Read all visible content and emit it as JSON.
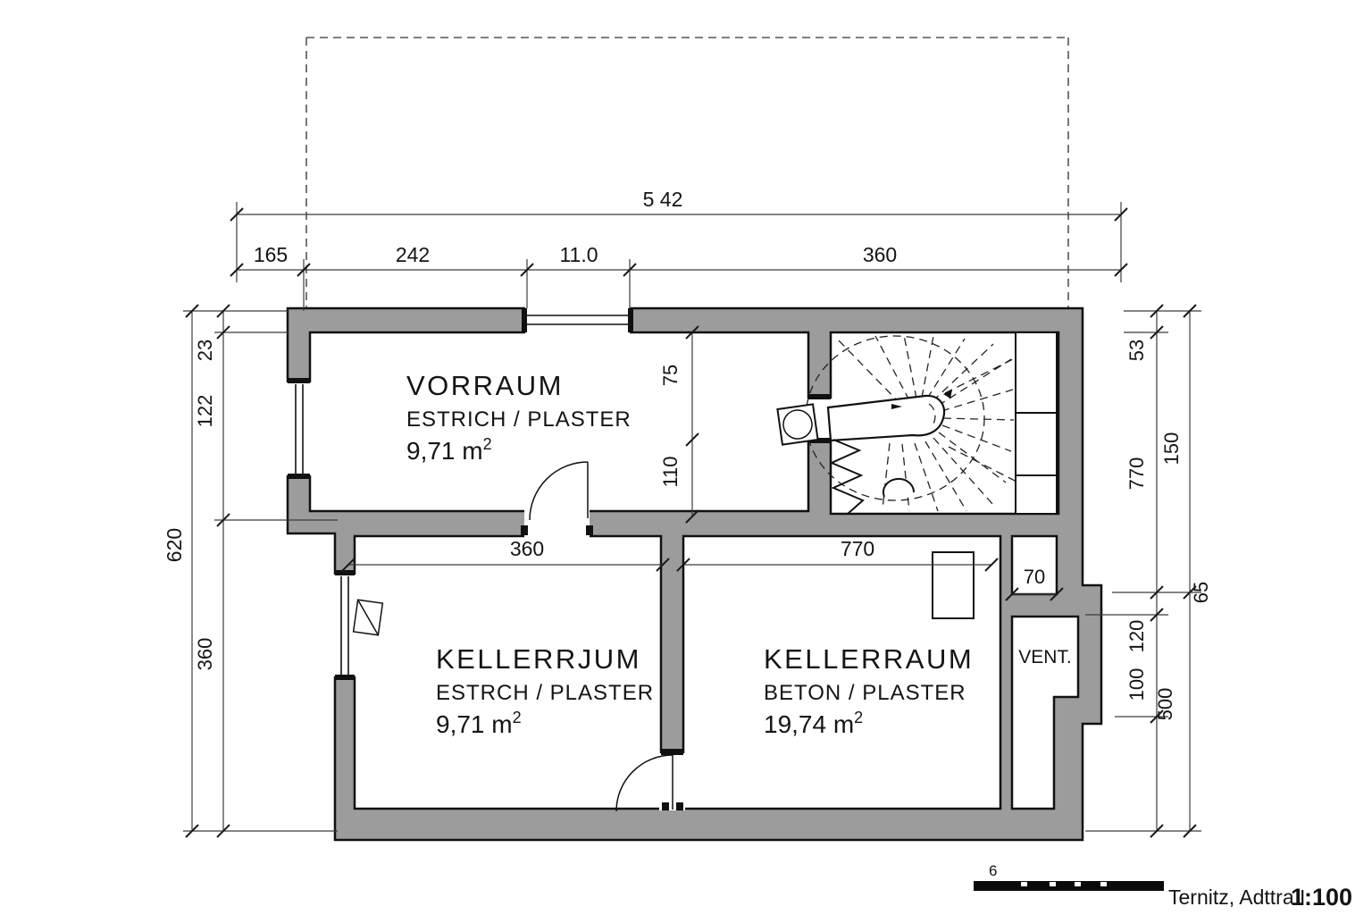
{
  "plan": {
    "rooms": [
      {
        "name": "VORRAUM",
        "finish": "ESTRICH / PLASTER",
        "area": "9,71 m",
        "area_exp": "2"
      },
      {
        "name": "KELLERRJUM",
        "finish": "ESTRCH / PLASTER",
        "area": "9,71 m",
        "area_exp": "2"
      },
      {
        "name": "KELLERRAUM",
        "finish": "BETON / PLASTER",
        "area": "19,74 m",
        "area_exp": "2"
      },
      {
        "name": "VENT."
      }
    ],
    "dimensions": {
      "top": {
        "overall": "5 42",
        "seg1": "165",
        "seg2": "242",
        "seg3": "11.0",
        "seg4": "360"
      },
      "left": {
        "overall": "620",
        "seg1": "23",
        "seg2": "122",
        "seg3": "360"
      },
      "right_inner": {
        "seg1": "53",
        "seg2": "770",
        "seg3": "120",
        "seg4": "100"
      },
      "right_outer": {
        "seg1": "150",
        "seg2": "65",
        "seg3": "500"
      },
      "interior": {
        "vorraum_a": "75",
        "vorraum_b": "110",
        "keller_left": "360",
        "keller_right": "770",
        "vent": "70"
      }
    },
    "titleblock": {
      "bar_number": "6",
      "location": "Ternitz, Adttra I",
      "scale": "1:100"
    }
  }
}
